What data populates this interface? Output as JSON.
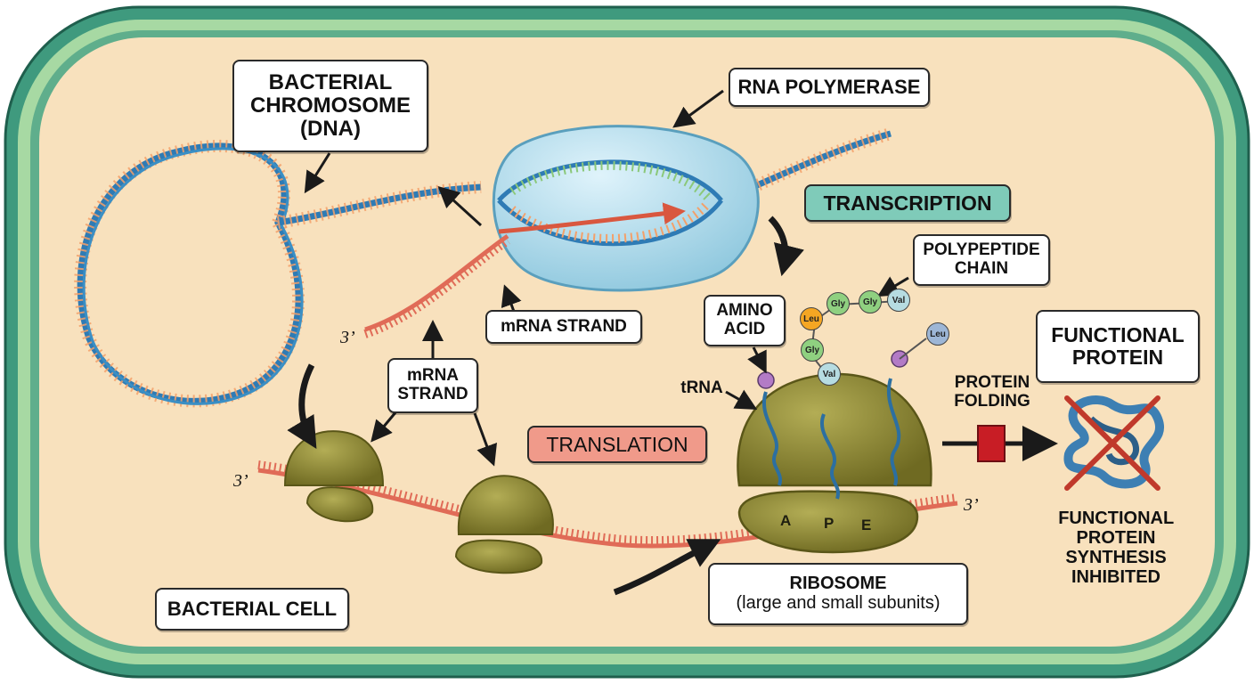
{
  "labels": {
    "chromosome_line1": "BACTERIAL",
    "chromosome_line2": "CHROMOSOME",
    "chromosome_line3": "(DNA)",
    "rna_polymerase": "RNA POLYMERASE",
    "transcription": "TRANSCRIPTION",
    "polypeptide_line1": "POLYPEPTIDE",
    "polypeptide_line2": "CHAIN",
    "amino_line1": "AMINO",
    "amino_line2": "ACID",
    "mrna_upper": "mRNA STRAND",
    "mrna_lower_line1": "mRNA",
    "mrna_lower_line2": "STRAND",
    "translation": "TRANSLATION",
    "trna": "tRNA",
    "functional_protein_line1": "FUNCTIONAL",
    "functional_protein_line2": "PROTEIN",
    "protein_folding_line1": "PROTEIN",
    "protein_folding_line2": "FOLDING",
    "inhibited_line1": "FUNCTIONAL",
    "inhibited_line2": "PROTEIN",
    "inhibited_line3": "SYNTHESIS",
    "inhibited_line4": "INHIBITED",
    "ribosome_line1": "RIBOSOME",
    "ribosome_line2": "(large and small subunits)",
    "bacterial_cell": "BACTERIAL CELL",
    "three_prime_upper": "3’",
    "three_prime_left": "3’",
    "three_prime_right": "3’"
  },
  "sites": [
    "A",
    "P",
    "E"
  ],
  "amino_acids": {
    "leu_top": "Leu",
    "gly_1": "Gly",
    "gly_2": "Gly",
    "val_top": "Val",
    "gly_bottom": "Gly",
    "val_bottom": "Val",
    "leu_right": "Leu"
  },
  "colors": {
    "cell_wall": "#3f9a7e",
    "cytoplasm": "#f8e1bd",
    "transcription_badge": "#7fcbb9",
    "translation_badge": "#f09a8a",
    "ribosome": "#8f8a35",
    "mrna": "#e06b57",
    "polymerase": "#a9d8ea",
    "inhibition_x": "#c0392b"
  }
}
